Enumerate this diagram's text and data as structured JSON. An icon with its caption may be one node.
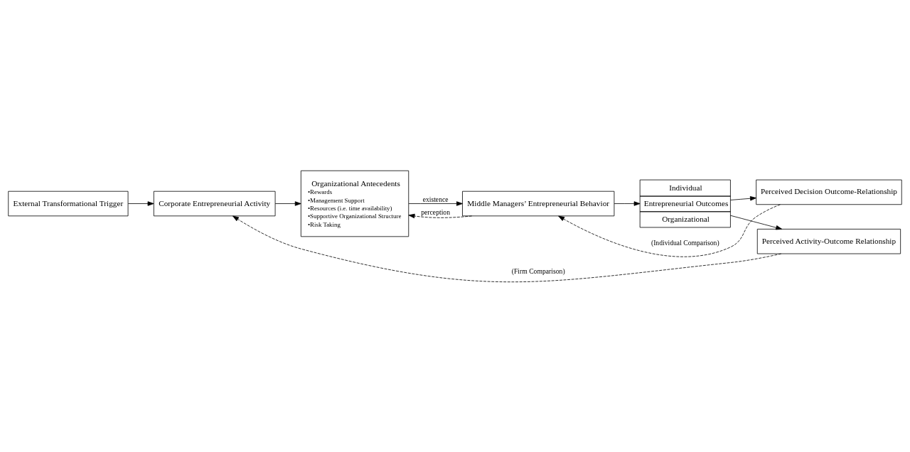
{
  "diagram": {
    "nodes": [
      {
        "text": [
          "External Transformational Trigger"
        ]
      },
      {
        "text": [
          "Corporate Entrepreneurial Activity"
        ]
      },
      {
        "text": [
          "Organizational Antecedents",
          "•Rewards",
          "•Management Support",
          "•Resources (i.e. time availability)",
          "•Supportive Organizational Structure",
          "•Risk Taking"
        ]
      },
      {
        "text": [
          "Middle Managers’ Entrepreneurial Behavior"
        ]
      },
      {
        "text": [
          "Individual",
          "Entrepreneurial Outcomes",
          "Organizational"
        ]
      },
      {
        "text": [
          "Perceived Decision Outcome-Relationship"
        ]
      },
      {
        "text": [
          "Perceived Activity-Outcome Relationship"
        ]
      }
    ],
    "edges": [
      {
        "from": 0,
        "to": 1,
        "arrow": "to"
      },
      {
        "from": 1,
        "to": 2,
        "arrow": "to"
      },
      {
        "from": 2,
        "to": 3,
        "arrow": "to",
        "label": "existence"
      },
      {
        "from": 3,
        "to": 2,
        "arrow": "to",
        "label": "perception",
        "style": "dashed"
      },
      {
        "from": 3,
        "to": 4,
        "arrow": "to"
      },
      {
        "from": 4,
        "to": 5,
        "arrow": "to"
      },
      {
        "from": 4,
        "to": 6,
        "arrow": "to"
      },
      {
        "from": 5,
        "to": 3,
        "arrow": "to",
        "label": "(Individual Comparison)",
        "style": "dashed"
      },
      {
        "from": 6,
        "to": 1,
        "arrow": "to",
        "label": "(Firm Comparison)",
        "style": "dashed"
      }
    ]
  }
}
